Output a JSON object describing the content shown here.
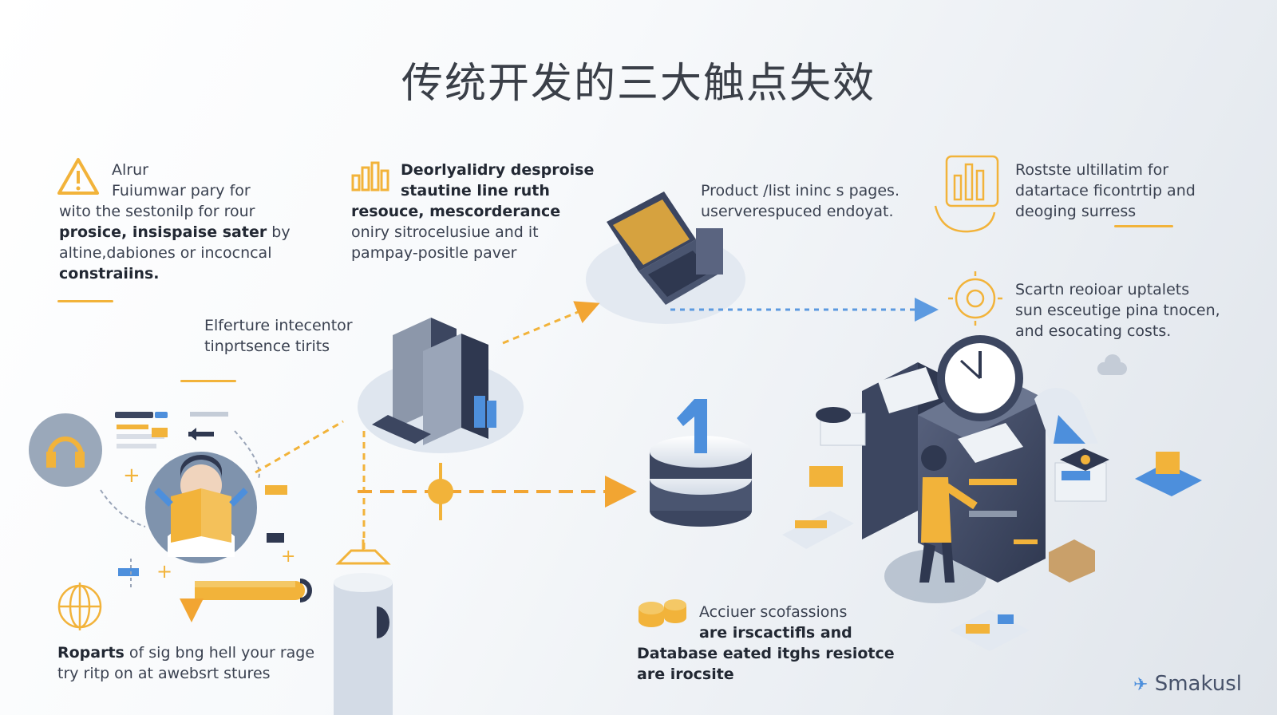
{
  "title": "传统开发的三大触点失效",
  "block_top_left": {
    "heading": "Alrur",
    "lines": [
      "Fuiumwar pary for",
      "wito the sestonilp for rour"
    ],
    "bold_line": "prosice, insispaise sater",
    "bold_suffix": " by",
    "line4": "altine,dabiones or incocncal",
    "line5": "constraiins."
  },
  "block_top_mid": {
    "line1": "Deorlyalidry desproise",
    "line2": "stautine line ruth",
    "line3": "resouce, mescorderance",
    "line4": "oniry sitrocelusiue and it",
    "line5": "pampay-positle paver"
  },
  "block_product": {
    "line1": "Product /list ininc s pages.",
    "line2": "userverespuced endoyat."
  },
  "block_top_right": {
    "line1": "Rostste ultillatim for",
    "line2": "datartace ficontrtip and",
    "line3": "deoging surress"
  },
  "block_elferture": {
    "line1": "Elferture intecentor",
    "line2": "tinprtsence tirits"
  },
  "block_search": {
    "line1": "Scartn reoioar uptalets",
    "line2": "sun esceutige pina tnocen,",
    "line3": "and esocating costs."
  },
  "block_bottom_left": {
    "bold": "Roparts",
    "line1_rest": " of sig bng hell your rage",
    "line2": "try ritp on at awebsrt stures"
  },
  "block_bottom_mid": {
    "line1": "Acciuer scofassions",
    "line2": "are irscactifls and",
    "line3": "Database eated itghs resiotce",
    "line4": "are irocsite"
  },
  "brand": "Smakusl",
  "colors": {
    "accent": "#f2b33a",
    "navy": "#3c4660",
    "blue": "#4d8fdc",
    "light": "#d9dee6"
  }
}
